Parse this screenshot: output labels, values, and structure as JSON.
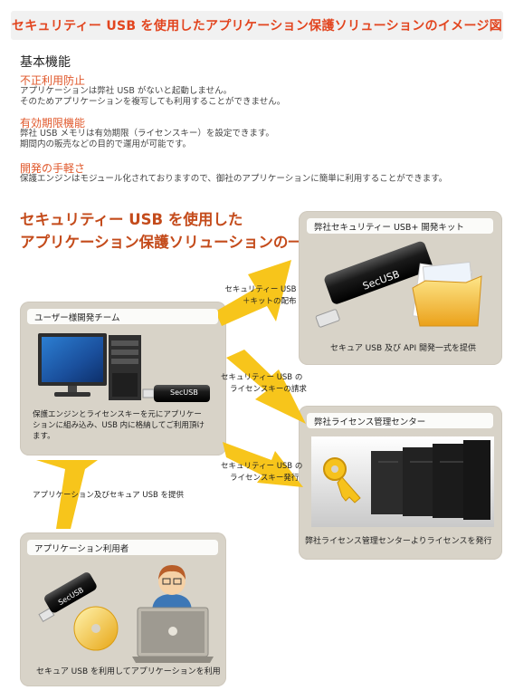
{
  "title": "セキュリティー USB を使用したアプリケーション保護ソリューションのイメージ図",
  "basic_heading": "基本機能",
  "features": [
    {
      "heading": "不正利用防止",
      "lines": [
        "アプリケーションは弊社 USB がないと起動しません。",
        "そのためアプリケーションを複写しても利用することができません。"
      ]
    },
    {
      "heading": "有効期限機能",
      "lines": [
        "弊社 USB メモリは有効期限（ライセンスキー）を設定できます。",
        "期間内の販売などの目的で運用が可能です。"
      ]
    },
    {
      "heading": "開発の手軽さ",
      "lines": [
        "保護エンジンはモジュール化されておりますので、御社のアプリケーションに簡単に利用することができます。"
      ]
    }
  ],
  "example_heading": [
    "セキュリティー USB を使用した",
    "アプリケーション保護ソリューションの一例"
  ],
  "boxes": {
    "kit": {
      "label": "弊社セキュリティー USB+ 開発キット",
      "caption": "セキュア USB 及び API 開発一式を提供",
      "usb_text": "SecUSB"
    },
    "dev": {
      "label": "ユーザー様開発チーム",
      "usb_text": "SecUSB",
      "desc": [
        "保護エンジンとライセンスキーを元にアプリケー",
        "ションに組み込み、USB 内に格納してご利用頂け",
        "ます。"
      ]
    },
    "license": {
      "label": "弊社ライセンス管理センター",
      "caption": "弊社ライセンス管理センターよりライセンスを発行"
    },
    "user": {
      "label": "アプリケーション利用者",
      "caption": "セキュア USB を利用してアプリケーションを利用",
      "usb_text": "SecUSB"
    }
  },
  "arrows": {
    "kit_delivery": [
      "セキュリティー USB",
      "＋キットの配布"
    ],
    "license_request": [
      "セキュリティー USB の",
      "ライセンスキーの請求"
    ],
    "license_issue": [
      "セキュリティー USB の",
      "ライセンスキー発行"
    ],
    "provide": "アプリケーション及びセキュア USB を提供"
  },
  "colors": {
    "title": "#e2451f",
    "accent": "#e0572a",
    "box": "#d8d3c8",
    "arrow": "#f7c51b"
  }
}
